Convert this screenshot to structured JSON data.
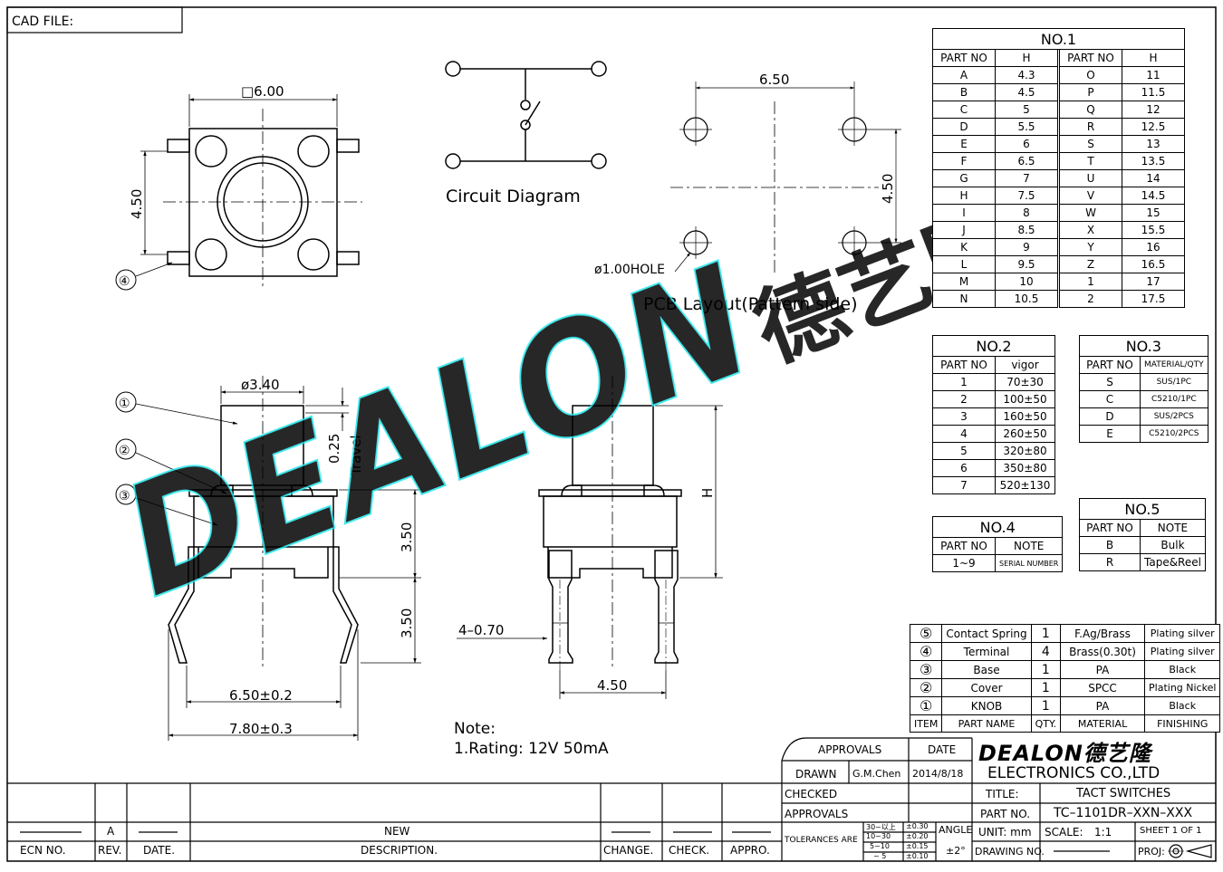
{
  "cad_file_label": "CAD FILE:",
  "top_view": {
    "dim_width": "□6.00",
    "dim_height": "4.50",
    "callout": "④"
  },
  "circuit": {
    "title": "Circuit Diagram"
  },
  "pcb": {
    "title": "PCB Layout(Pattern side)",
    "dim_width": "6.50",
    "dim_height": "4.50",
    "hole": "ø1.00HOLE"
  },
  "side_view": {
    "dim_knob": "ø3.40",
    "travel_value": "0.25",
    "travel_label": "Travel",
    "dim_body_h": "3.50",
    "dim_leg_h": "3.50",
    "dim_inner": "6.50±0.2",
    "dim_outer": "7.80±0.3",
    "callouts": [
      "①",
      "②",
      "③"
    ]
  },
  "front_view": {
    "dim_pin": "4–0.70",
    "dim_pitch": "4.50",
    "dim_h": "H"
  },
  "note": {
    "title": "Note:",
    "line1": "1.Rating:  12V  50mA"
  },
  "watermark": {
    "brand": "DEALON",
    "cn": "德艺隆",
    "reg": "®"
  },
  "table_no1": {
    "title": "NO.1",
    "headers": [
      "PART  NO",
      "H",
      "PART  NO",
      "H"
    ],
    "rows": [
      [
        "A",
        "4.3",
        "O",
        "11"
      ],
      [
        "B",
        "4.5",
        "P",
        "11.5"
      ],
      [
        "C",
        "5",
        "Q",
        "12"
      ],
      [
        "D",
        "5.5",
        "R",
        "12.5"
      ],
      [
        "E",
        "6",
        "S",
        "13"
      ],
      [
        "F",
        "6.5",
        "T",
        "13.5"
      ],
      [
        "G",
        "7",
        "U",
        "14"
      ],
      [
        "H",
        "7.5",
        "V",
        "14.5"
      ],
      [
        "I",
        "8",
        "W",
        "15"
      ],
      [
        "J",
        "8.5",
        "X",
        "15.5"
      ],
      [
        "K",
        "9",
        "Y",
        "16"
      ],
      [
        "L",
        "9.5",
        "Z",
        "16.5"
      ],
      [
        "M",
        "10",
        "1",
        "17"
      ],
      [
        "N",
        "10.5",
        "2",
        "17.5"
      ]
    ]
  },
  "table_no2": {
    "title": "NO.2",
    "headers": [
      "PART  NO",
      "vigor"
    ],
    "rows": [
      [
        "1",
        "70±30"
      ],
      [
        "2",
        "100±50"
      ],
      [
        "3",
        "160±50"
      ],
      [
        "4",
        "260±50"
      ],
      [
        "5",
        "320±80"
      ],
      [
        "6",
        "350±80"
      ],
      [
        "7",
        "520±130"
      ]
    ]
  },
  "table_no3": {
    "title": "NO.3",
    "headers": [
      "PART  NO",
      "MATERIAL/QTY"
    ],
    "rows": [
      [
        "S",
        "SUS/1PC"
      ],
      [
        "C",
        "C5210/1PC"
      ],
      [
        "D",
        "SUS/2PCS"
      ],
      [
        "E",
        "C5210/2PCS"
      ]
    ]
  },
  "table_no4": {
    "title": "NO.4",
    "headers": [
      "PART  NO",
      "NOTE"
    ],
    "rows": [
      [
        "1~9",
        "SERIAL NUMBER"
      ]
    ]
  },
  "table_no5": {
    "title": "NO.5",
    "headers": [
      "PART  NO",
      "NOTE"
    ],
    "rows": [
      [
        "B",
        "Bulk"
      ],
      [
        "R",
        "Tape&Reel"
      ]
    ]
  },
  "bom": {
    "rows": [
      [
        "⑤",
        "Contact Spring",
        "1",
        "F.Ag/Brass",
        "Plating silver"
      ],
      [
        "④",
        "Terminal",
        "4",
        "Brass(0.30t)",
        "Plating silver"
      ],
      [
        "③",
        "Base",
        "1",
        "PA",
        "Black"
      ],
      [
        "②",
        "Cover",
        "1",
        "SPCC",
        "Plating Nickel"
      ],
      [
        "①",
        "KNOB",
        "1",
        "PA",
        "Black"
      ]
    ],
    "headers": [
      "ITEM",
      "PART NAME",
      "QTY.",
      "MATERIAL",
      "FINISHING"
    ]
  },
  "title_block": {
    "approvals_hdr": "APPROVALS",
    "date_hdr": "DATE",
    "drawn": "DRAWN",
    "drawn_by": "G.M.Chen",
    "drawn_date": "2014/8/18",
    "checked": "CHECKED",
    "approvals": "APPROVALS",
    "company": "ELECTRONICS  CO.,LTD",
    "logo": "DEALON德艺隆",
    "title_lbl": "TITLE:",
    "title_val": "TACT  SWITCHES",
    "partno_lbl": "PART  NO.",
    "partno_val": "TC–1101DR–XXN–XXX",
    "tol_lbl": "TOLERANCES  ARE",
    "tol_ranges": [
      "30~以上",
      "10~30",
      "5~10",
      "~ 5"
    ],
    "tol_vals": [
      "±0.30",
      "±0.20",
      "±0.15",
      "±0.10"
    ],
    "angle_lbl": "ANGLE",
    "angle_val": "±2°",
    "unit": "UNIT:  mm",
    "scale_lbl": "SCALE:",
    "scale_val": "1:1",
    "sheet": "SHEET    1  OF  1",
    "drawing_no": "DRAWING  NO.",
    "proj": "PROJ:"
  },
  "revision": {
    "rev": "A",
    "desc": "NEW",
    "headers": [
      "ECN  NO.",
      "REV.",
      "DATE.",
      "DESCRIPTION.",
      "CHANGE.",
      "CHECK.",
      "APPRO."
    ]
  }
}
